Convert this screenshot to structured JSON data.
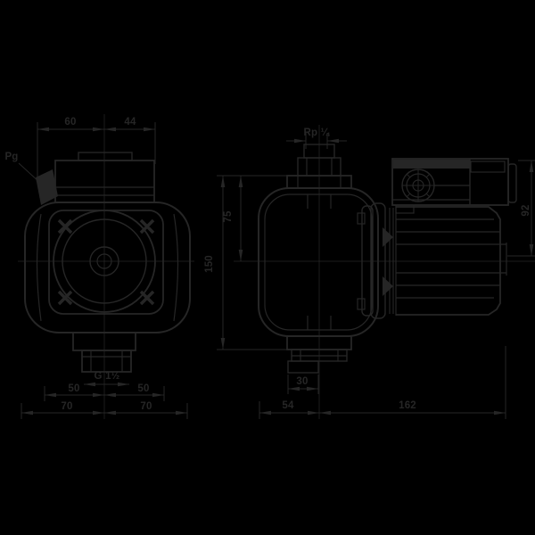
{
  "page": {
    "background_color": "#000000",
    "line_color": "#262626",
    "drawing_type": "pump dimensional drawing, two orthographic views"
  },
  "views": {
    "front": {
      "labels": {
        "width_left": "60",
        "width_right": "44",
        "cable_gland": "Pg",
        "thread": "G 1½",
        "port_half_left": "50",
        "port_half_right": "50",
        "body_half_left": "70",
        "body_half_right": "70"
      }
    },
    "side": {
      "labels": {
        "vent_thread": "Rp ¼",
        "total_height": "150",
        "center_height": "75",
        "motor_height": "92",
        "port_width": "30",
        "front_length": "54",
        "motor_length": "162"
      }
    }
  }
}
